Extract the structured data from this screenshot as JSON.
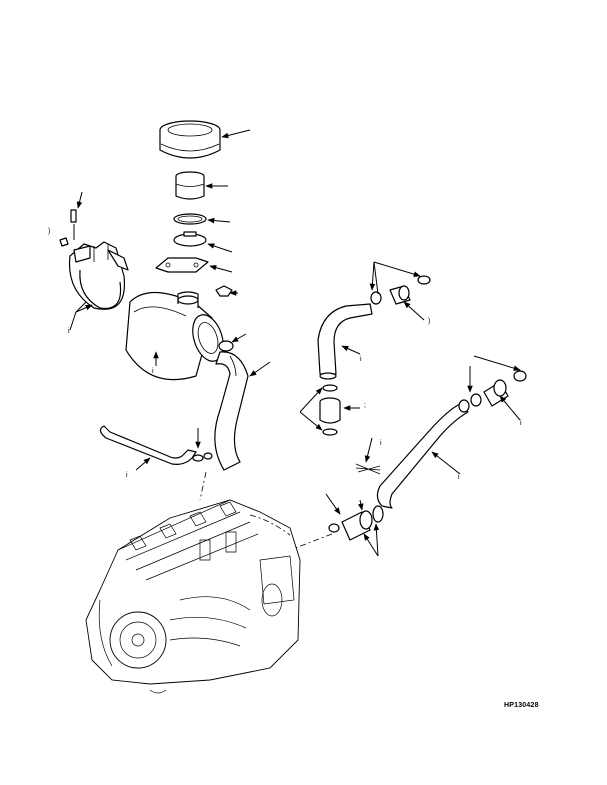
{
  "figure": {
    "id": "HP130428"
  },
  "callouts": {
    "c1": ")",
    "c2": "i",
    "c3": "i",
    "c4": ")",
    "c5": "i",
    "c6": ";",
    "c7": "i",
    "c8": "i",
    "c9": "i",
    "c10": "i"
  },
  "icons": {
    "arrow": "arrowhead"
  },
  "colors": {
    "line": "#000000",
    "background": "#ffffff"
  }
}
